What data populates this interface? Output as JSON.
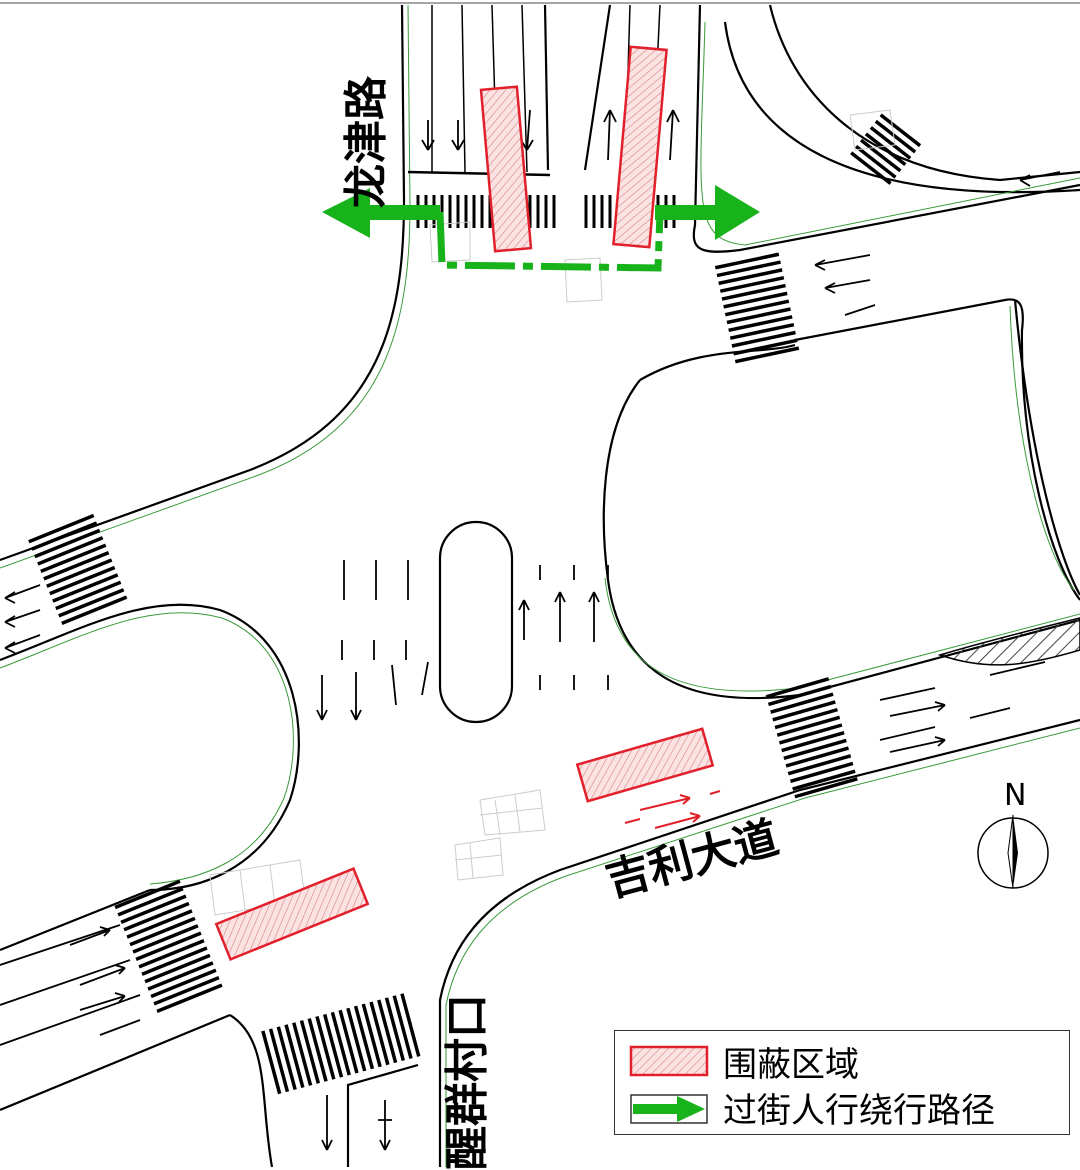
{
  "roads": {
    "north": "龙津路",
    "east": "吉利大道",
    "south": "醒群村口"
  },
  "compass": {
    "label": "N"
  },
  "legend": {
    "items": [
      {
        "label": "围蔽区域",
        "color": "#e2202c"
      },
      {
        "label": "过街人行绕行路径",
        "color": "#18b21a"
      }
    ]
  },
  "colors": {
    "enclosure": "#e2202c",
    "detour": "#18b21a",
    "road_edge": "#000000",
    "road_boundary": "#3a9a3a"
  }
}
